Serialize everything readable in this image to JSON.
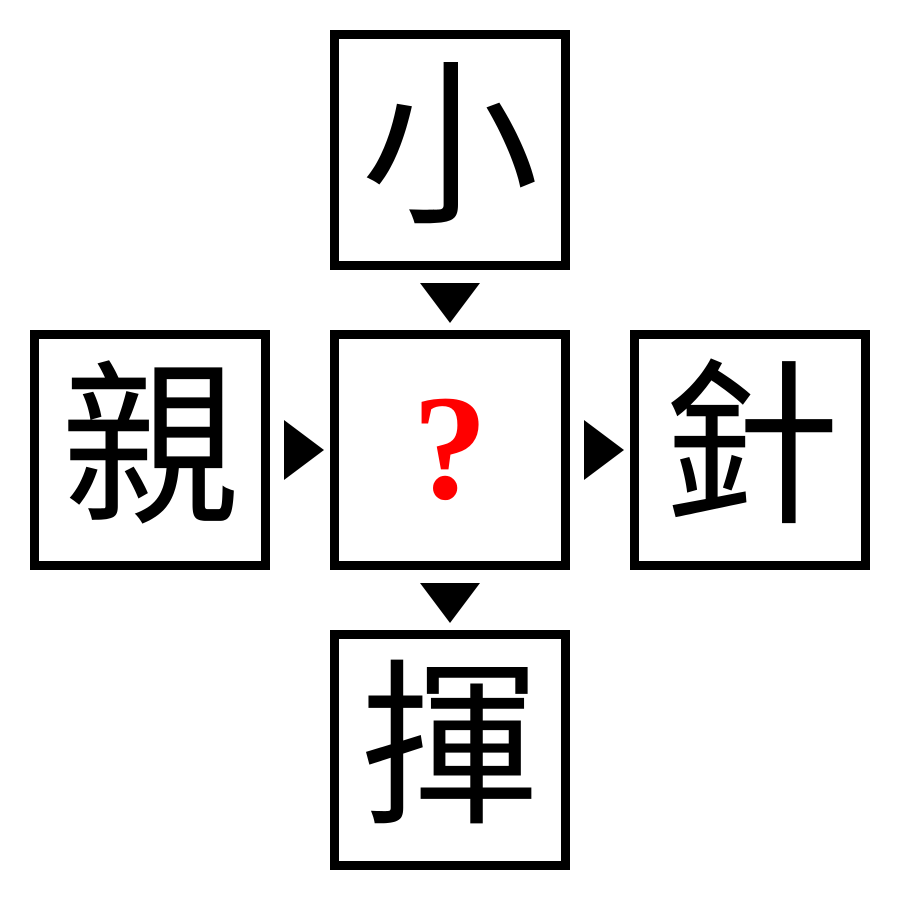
{
  "puzzle": {
    "top_char": "小",
    "left_char": "親",
    "center_char": "?",
    "right_char": "針",
    "bottom_char": "揮"
  },
  "colors": {
    "border": "#000000",
    "text": "#000000",
    "question_mark": "#ff0000",
    "arrow": "#000000",
    "background": "#ffffff"
  },
  "icons": {
    "arrow_top_to_center": "arrow-down-icon",
    "arrow_center_to_bottom": "arrow-down-icon",
    "arrow_left_to_center": "arrow-right-icon",
    "arrow_center_to_right": "arrow-right-icon"
  }
}
